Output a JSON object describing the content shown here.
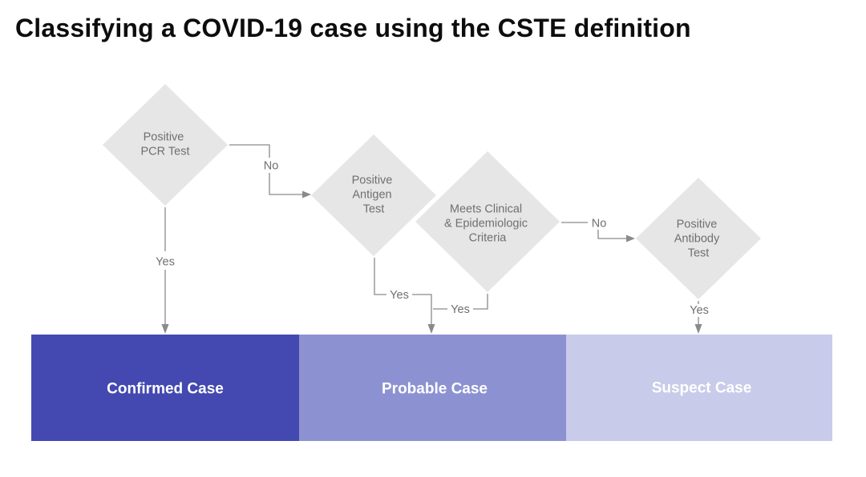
{
  "title": "Classifying a COVID-19 case using the CSTE definition",
  "nodes": {
    "pcr": [
      "Positive",
      "PCR Test"
    ],
    "antigen": [
      "Positive",
      "Antigen",
      "Test"
    ],
    "clinical": [
      "Meets Clinical",
      "& Epidemiologic",
      "Criteria"
    ],
    "antibody": [
      "Positive",
      "Antibody",
      "Test"
    ]
  },
  "edges": {
    "pcr_no": "No",
    "pcr_yes": "Yes",
    "antigen_yes": "Yes",
    "clinical_yes": "Yes",
    "clinical_no": "No",
    "antibody_yes": "Yes"
  },
  "outcomes": {
    "confirmed": "Confirmed Case",
    "probable": "Probable Case",
    "suspect": "Suspect Case"
  },
  "colors": {
    "confirmed": "#4349b0",
    "probable": "#8c92d1",
    "suspect": "#c8cbe9",
    "diamond": "#e6e6e6",
    "connector": "#8a8a8a",
    "node_text": "#6f6f6f"
  }
}
